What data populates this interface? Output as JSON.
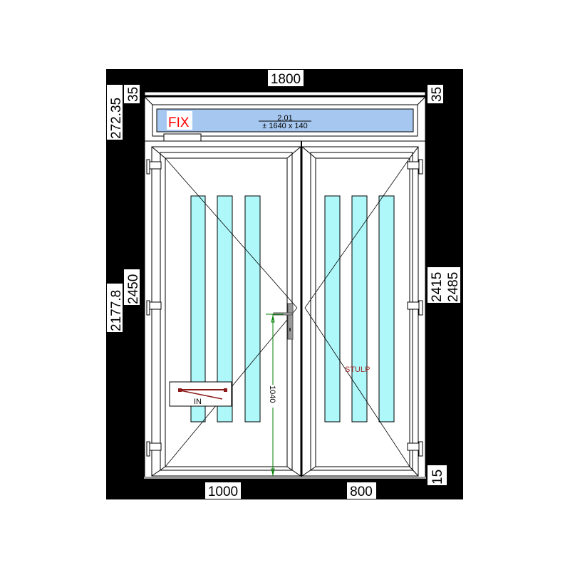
{
  "dimensions": {
    "total_width": "1800",
    "left_top_height": "272.35",
    "left_top_profile": "35",
    "right_top_profile": "35",
    "left_handle_height": "2177.8",
    "left_height": "2450",
    "right_height_inner": "2415",
    "right_height_total": "2485",
    "bottom_offset": "15",
    "left_sash_width": "1000",
    "right_sash_width": "800",
    "handle_height": "1040"
  },
  "transom": {
    "label": "FIX",
    "glass_code": "2.01",
    "glass_size": "± 1640 x 140"
  },
  "opening_direction": "IN",
  "right_sash_label": "STULP",
  "colors": {
    "background": "#000000",
    "transom_glass": "#a6c8f0",
    "door_glass": "#aef8fa",
    "fix_label": "#ff0000",
    "stulp_label": "#a52a2a",
    "dimension_line": "#008000",
    "direction_arrow": "#8b1a1a"
  }
}
